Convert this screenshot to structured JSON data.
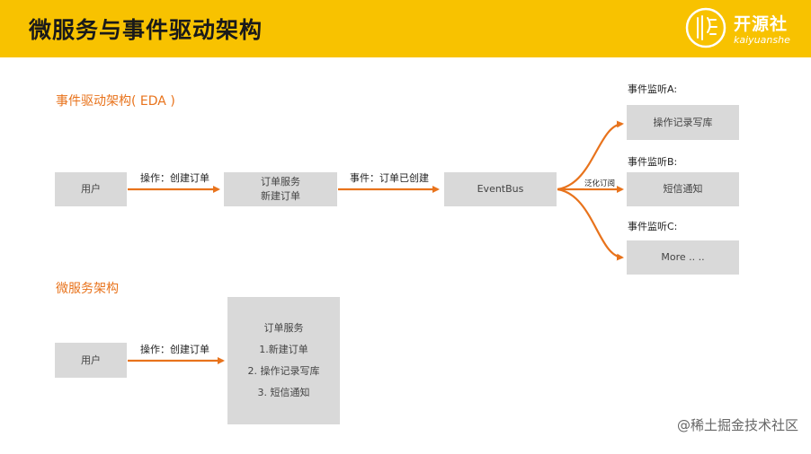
{
  "header": {
    "title": "微服务与事件驱动架构",
    "bg_color": "#f8c200",
    "logo": {
      "cn": "开源社",
      "en": "kaiyuanshe"
    }
  },
  "eda": {
    "title": "事件驱动架构( EDA )",
    "user": "用户",
    "op_label": "操作：创建订单",
    "order_service_lines": [
      "订单服务",
      "新建订单"
    ],
    "event_label": "事件：订单已创建",
    "eventbus": "EventBus",
    "broadcast_label": "泛化订阅",
    "listeners": [
      {
        "title": "事件监听A:",
        "box": "操作记录写库"
      },
      {
        "title": "事件监听B:",
        "box": "短信通知"
      },
      {
        "title": "事件监听C:",
        "box": "More .. .."
      }
    ]
  },
  "micro": {
    "title": "微服务架构",
    "user": "用户",
    "op_label": "操作：创建订单",
    "service_lines": [
      "订单服务",
      "1.新建订单",
      "2. 操作记录写库",
      "3. 短信通知"
    ]
  },
  "watermark": "@稀土掘金技术社区",
  "colors": {
    "accent": "#e8731c",
    "box": "#d9d9d9"
  }
}
